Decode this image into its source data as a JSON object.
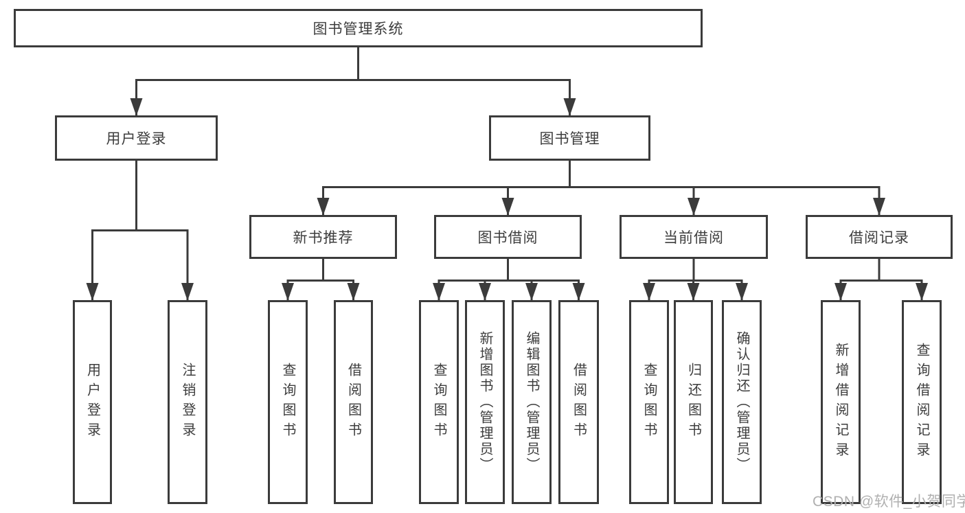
{
  "diagram": {
    "root": {
      "label": "图书管理系统"
    },
    "level2": [
      {
        "id": "user-login",
        "label": "用户登录"
      },
      {
        "id": "book-management",
        "label": "图书管理"
      }
    ],
    "level3": [
      {
        "id": "new-book-recommend",
        "label": "新书推荐",
        "parent": "图书管理"
      },
      {
        "id": "book-borrow",
        "label": "图书借阅",
        "parent": "图书管理"
      },
      {
        "id": "current-borrow",
        "label": "当前借阅",
        "parent": "图书管理"
      },
      {
        "id": "borrow-records",
        "label": "借阅记录",
        "parent": "图书管理"
      }
    ],
    "leaves": [
      {
        "label": "用户登录",
        "parent": "用户登录"
      },
      {
        "label": "注销登录",
        "parent": "用户登录"
      },
      {
        "label": "查询图书",
        "parent": "新书推荐"
      },
      {
        "label": "借阅图书",
        "parent": "新书推荐"
      },
      {
        "label": "查询图书",
        "parent": "图书借阅"
      },
      {
        "label": "新增图书（管理员）",
        "parent": "图书借阅"
      },
      {
        "label": "编辑图书（管理员）",
        "parent": "图书借阅"
      },
      {
        "label": "借阅图书",
        "parent": "图书借阅"
      },
      {
        "label": "查询图书",
        "parent": "当前借阅"
      },
      {
        "label": "归还图书",
        "parent": "当前借阅"
      },
      {
        "label": "确认归还（管理员）",
        "parent": "当前借阅"
      },
      {
        "label": "新增借阅记录",
        "parent": "借阅记录"
      },
      {
        "label": "查询借阅记录",
        "parent": "借阅记录"
      }
    ],
    "watermark": "CSDN @软件_小贺同学",
    "colors": {
      "line": "#3b3b3b",
      "text": "#3d3d3d",
      "box_background": "#ffffff",
      "watermark": "#b0b0b0",
      "background": "#ffffff"
    }
  }
}
